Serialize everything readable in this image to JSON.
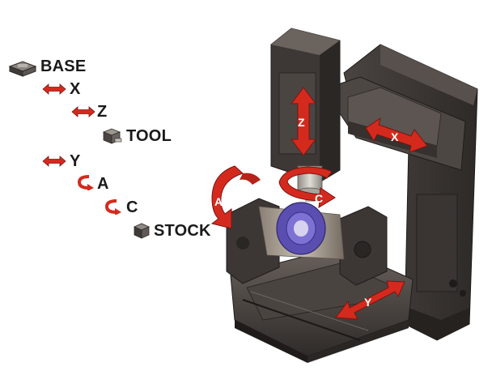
{
  "kinematic_tree": {
    "base": {
      "label": "BASE",
      "icon": "machine-base-icon"
    },
    "x": {
      "label": "X",
      "icon": "linear-double-arrow-icon"
    },
    "z": {
      "label": "Z",
      "icon": "linear-double-arrow-icon"
    },
    "tool": {
      "label": "TOOL",
      "icon": "tool-holder-icon"
    },
    "y": {
      "label": "Y",
      "icon": "linear-double-arrow-icon"
    },
    "a": {
      "label": "A",
      "icon": "rotary-arrow-icon"
    },
    "c": {
      "label": "C",
      "icon": "rotary-arrow-icon"
    },
    "stock": {
      "label": "STOCK",
      "icon": "stock-block-icon"
    }
  },
  "machine_labels": {
    "z": "Z",
    "x": "X",
    "y": "Y",
    "a": "A",
    "c": "C"
  },
  "colors": {
    "arrow_red": "#d42a1e",
    "machine_dark": "#3a3533",
    "machine_mid": "#5a5350",
    "machine_light": "#8a827c",
    "part_blue": "#5a4fb0",
    "spindle_silver": "#b9b5ae"
  }
}
